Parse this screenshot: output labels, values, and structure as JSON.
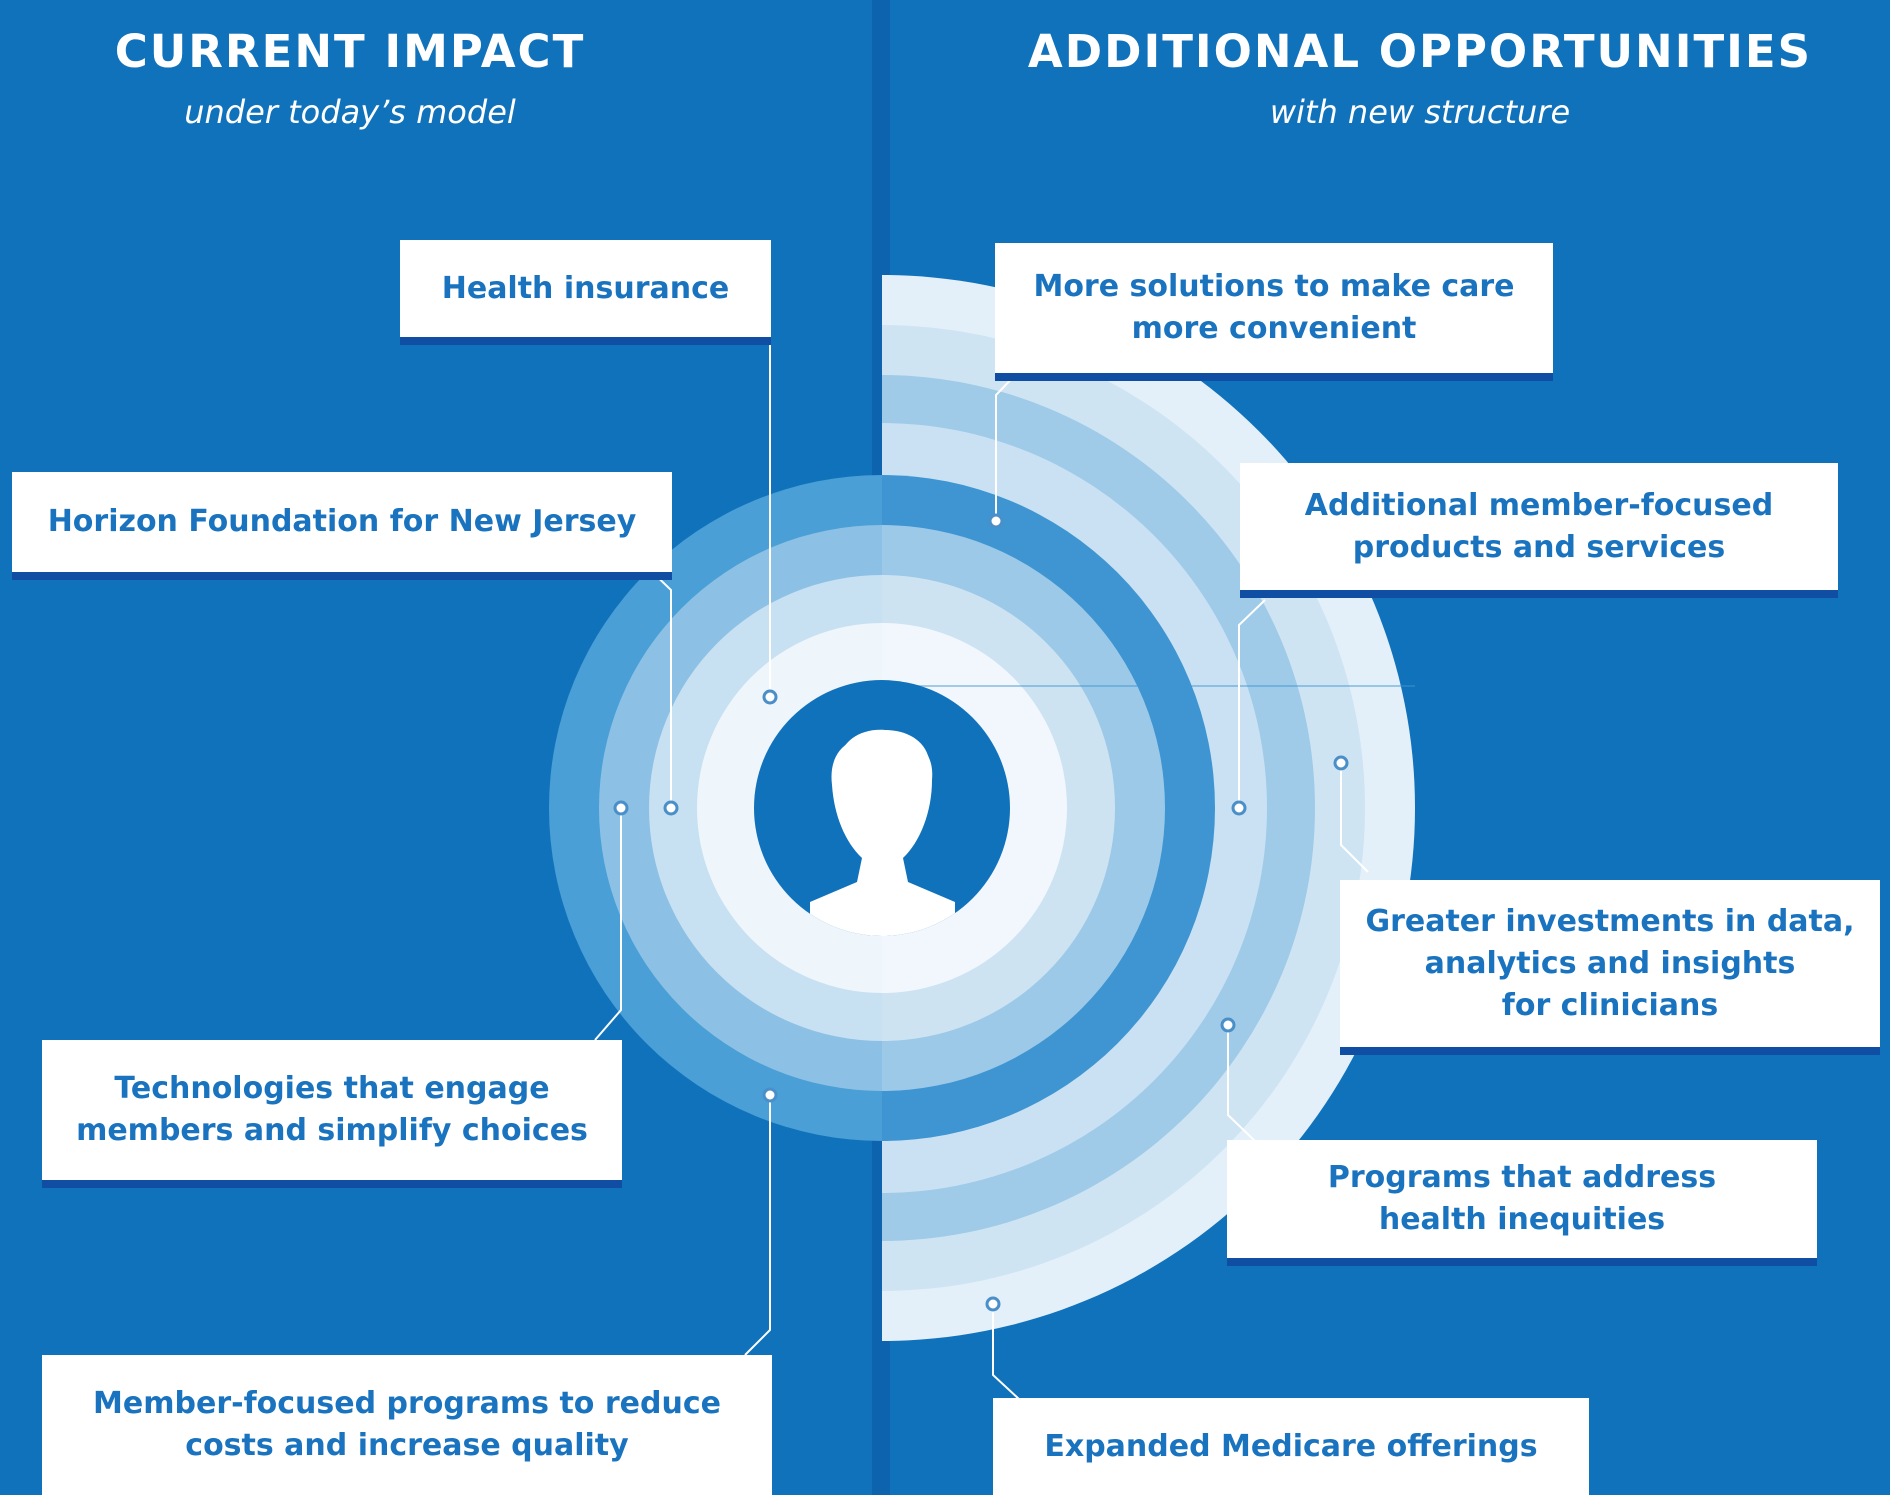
{
  "left_header": {
    "title": "CURRENT IMPACT",
    "subtitle": "under today’s model"
  },
  "right_header": {
    "title": "ADDITIONAL OPPORTUNITIES",
    "subtitle": "with new structure"
  },
  "current_impact": [
    "Health insurance",
    "Horizon Foundation for New Jersey",
    "Technologies that engage\nmembers and simplify choices",
    "Member-focused programs to reduce\ncosts and increase quality"
  ],
  "additional_opportunities": [
    "More solutions to make care\nmore convenient",
    "Additional member-focused\nproducts and services",
    "Greater investments in data,\nanalytics and insights\nfor clinicians",
    "Programs that address\nhealth inequities",
    "Expanded Medicare offerings"
  ],
  "center_icon": "person-icon",
  "colors": {
    "background": "#1172bc",
    "box_text": "#1a73bf",
    "box_shadow": "#0f4ea3",
    "white": "#ffffff"
  }
}
